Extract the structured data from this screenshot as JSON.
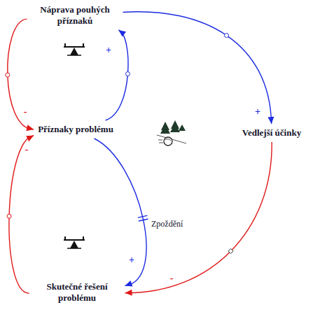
{
  "diagram": {
    "nodes": [
      {
        "text": [
          "Náprava pouhých příznaků"
        ]
      },
      {
        "text": [
          "Příznaky problému"
        ]
      },
      {
        "text": [
          "Vedlejší účinky"
        ]
      },
      {
        "text": [
          "Skutečné řešení problému"
        ]
      }
    ],
    "edges": [
      {
        "from": 0,
        "to": 1,
        "arrow": "to",
        "label": "-"
      },
      {
        "from": 1,
        "to": 0,
        "arrow": "to",
        "label": "+"
      },
      {
        "from": 0,
        "to": 2,
        "arrow": "to",
        "label": "+"
      },
      {
        "from": 2,
        "to": 3,
        "arrow": "to",
        "label": "-"
      },
      {
        "from": 1,
        "to": 3,
        "arrow": "to",
        "label": "+"
      },
      {
        "from": 3,
        "to": 1,
        "arrow": "to",
        "label": "-"
      }
    ],
    "labels": [
      "Zpoždění"
    ]
  }
}
